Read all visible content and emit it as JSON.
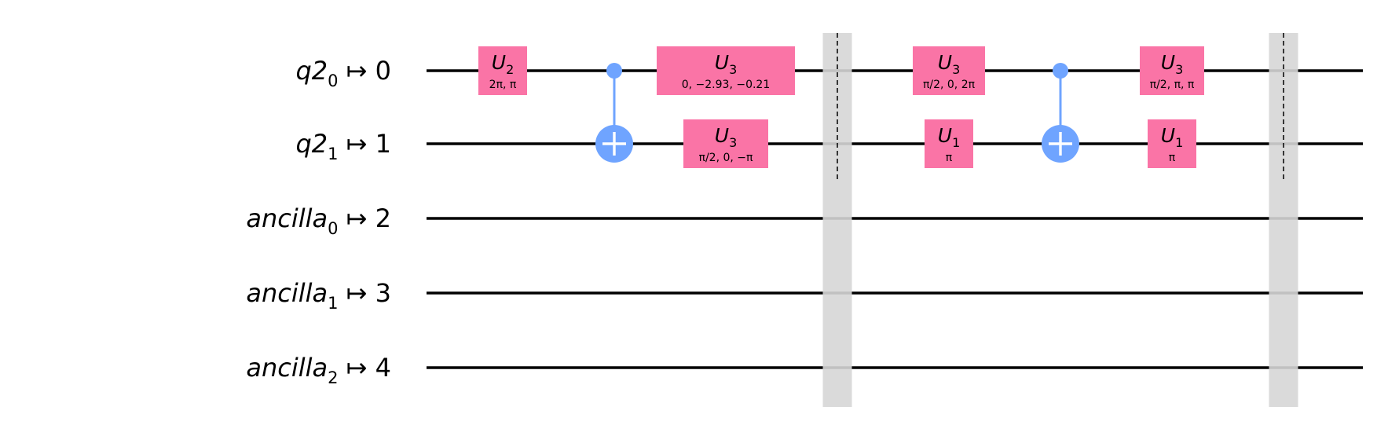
{
  "diagram": {
    "type": "quantum-circuit",
    "colors": {
      "gate": "#fa74a6",
      "cnot": "#6fa4ff",
      "barrier": "#d6d6d6",
      "wire": "#000000"
    },
    "wires": [
      {
        "name": "q2",
        "sub": "0",
        "map": " ↦ 0"
      },
      {
        "name": "q2",
        "sub": "1",
        "map": " ↦ 1"
      },
      {
        "name": "ancilla",
        "sub": "0",
        "map": " ↦ 2"
      },
      {
        "name": "ancilla",
        "sub": "1",
        "map": " ↦ 3"
      },
      {
        "name": "ancilla",
        "sub": "2",
        "map": " ↦ 4"
      }
    ],
    "gates": [
      {
        "name": "U",
        "sub": "2",
        "params": "2π, π",
        "wire": 0,
        "column": 0
      },
      {
        "name": "U",
        "sub": "3",
        "params": "0, −2.93, −0.21",
        "wire": 0,
        "column": 2
      },
      {
        "name": "U",
        "sub": "3",
        "params": "π/2, 0, −π",
        "wire": 1,
        "column": 2
      },
      {
        "name": "U",
        "sub": "3",
        "params": "π/2, 0, 2π",
        "wire": 0,
        "column": 4
      },
      {
        "name": "U",
        "sub": "1",
        "params": "π",
        "wire": 1,
        "column": 4
      },
      {
        "name": "U",
        "sub": "3",
        "params": "π/2, π, π",
        "wire": 0,
        "column": 6
      },
      {
        "name": "U",
        "sub": "1",
        "params": "π",
        "wire": 1,
        "column": 6
      }
    ],
    "cnots": [
      {
        "control": 0,
        "target": 1,
        "column": 1
      },
      {
        "control": 0,
        "target": 1,
        "column": 5
      }
    ],
    "barriers": [
      {
        "column": 3,
        "wires": [
          0,
          1,
          2,
          3,
          4
        ]
      },
      {
        "column": 7,
        "wires": [
          0,
          1,
          2,
          3,
          4
        ]
      }
    ]
  }
}
